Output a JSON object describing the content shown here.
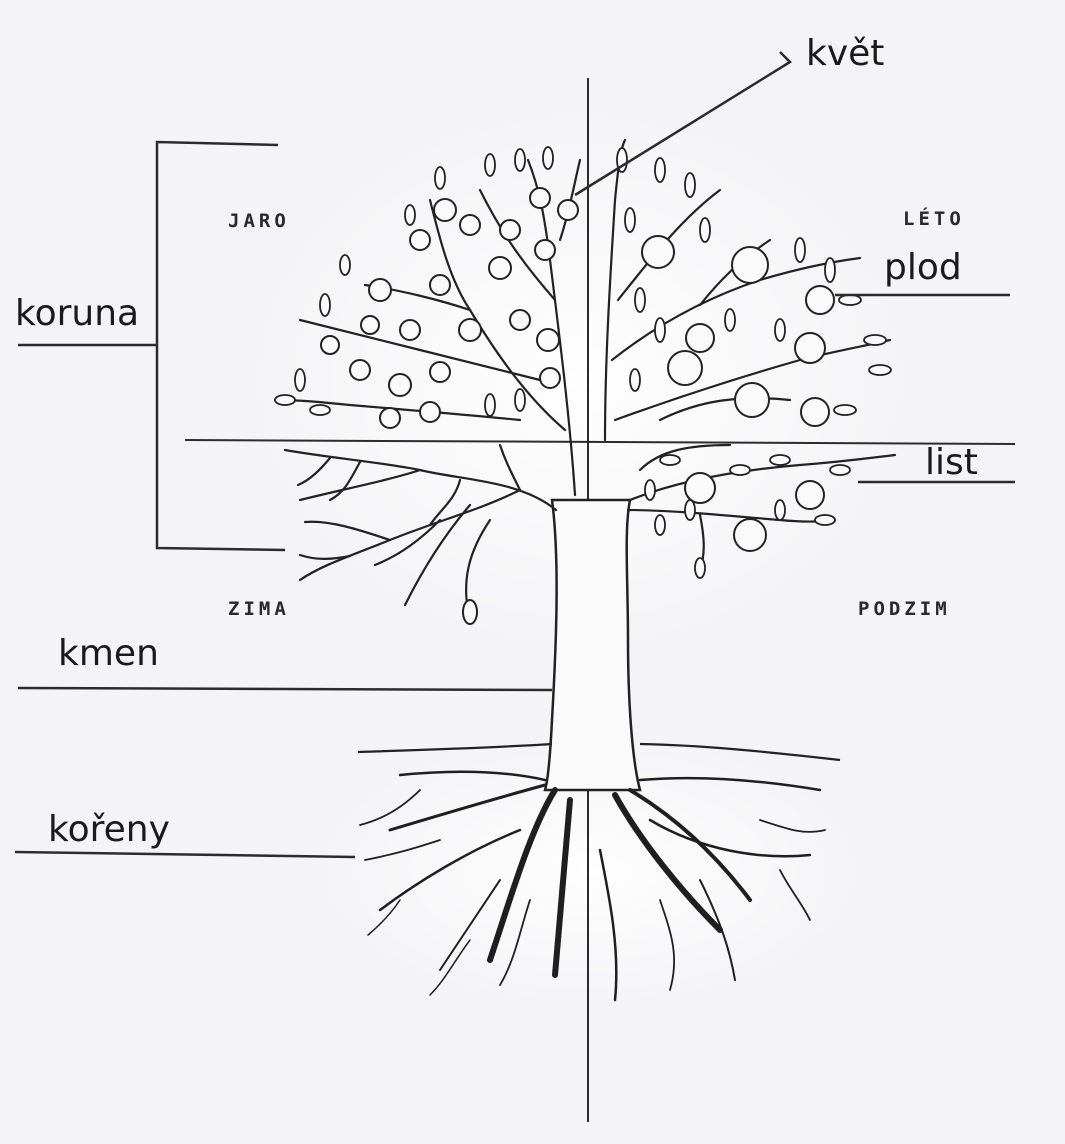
{
  "labels": {
    "kvet": "květ",
    "plod": "plod",
    "koruna": "koruna",
    "list": "list",
    "kmen": "kmen",
    "koreny": "kořeny"
  },
  "seasons": {
    "spring": "JARO",
    "summer": "LÉTO",
    "winter": "ZIMA",
    "autumn": "PODZIM"
  },
  "colors": {
    "paper": "#f4f4f6",
    "ink": "#1a1a1a",
    "pencil": "#2b2b2b"
  }
}
